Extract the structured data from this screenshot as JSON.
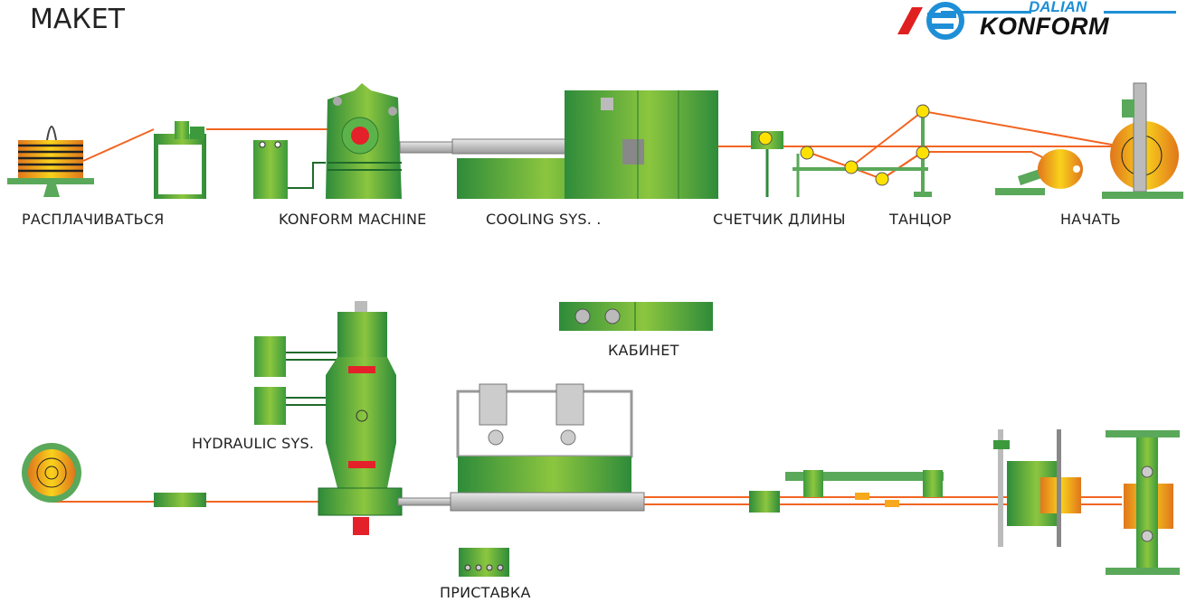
{
  "title": "МАКЕТ",
  "logo": {
    "top": "DALIAN",
    "main": "KONFORM",
    "colors": {
      "blue": "#1e8fd6",
      "red": "#e02020",
      "black": "#111111"
    }
  },
  "labels": {
    "payoff": "РАСПЛАЧИВАТЬСЯ",
    "konform_machine": "KONFORM MACHINE",
    "cooling": "COOLING SYS. .",
    "length_counter": "СЧЕТЧИК ДЛИНЫ",
    "dancer": "ТАНЦОР",
    "takeup": "НАЧАТЬ",
    "cabinet": "КАБИНЕТ",
    "hydraulic": "HYDRAULIC SYS.",
    "console": "ПРИСТАВКА"
  },
  "colors": {
    "green_dark": "#2e8b3a",
    "green_light": "#8cc63f",
    "wire": "#f26522",
    "coil": "#f7b51c",
    "red": "#e4202a",
    "gray": "#b0b0b0"
  }
}
